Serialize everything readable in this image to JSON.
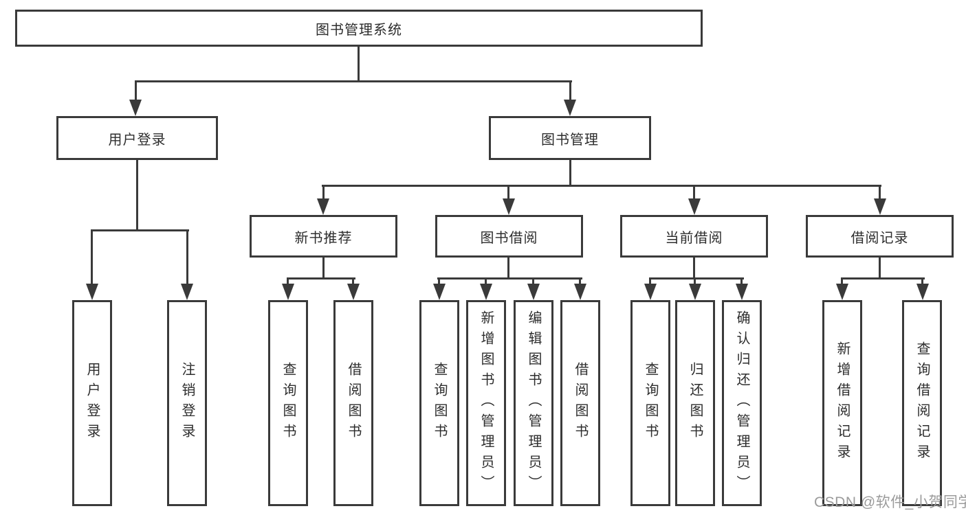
{
  "diagram": {
    "root": {
      "label": "图书管理系统"
    },
    "level2": [
      {
        "label": "用户登录"
      },
      {
        "label": "图书管理"
      }
    ],
    "level3": [
      {
        "label": "新书推荐"
      },
      {
        "label": "图书借阅"
      },
      {
        "label": "当前借阅"
      },
      {
        "label": "借阅记录"
      }
    ],
    "leaves": {
      "user": [
        "用户登录",
        "注销登录"
      ],
      "recommend": [
        "查询图书",
        "借阅图书"
      ],
      "borrow": [
        "查询图书",
        "新增图书（管理员）",
        "编辑图书（管理员）",
        "借阅图书"
      ],
      "current": [
        "查询图书",
        "归还图书",
        "确认归还（管理员）"
      ],
      "records": [
        "新增借阅记录",
        "查询借阅记录"
      ]
    }
  },
  "watermark": {
    "text": "CSDN @软件_小贺同学"
  },
  "colors": {
    "line": "#3a3a3a",
    "text": "#2d2d2d",
    "watermark": "#9b9b9b",
    "background": "#ffffff"
  }
}
